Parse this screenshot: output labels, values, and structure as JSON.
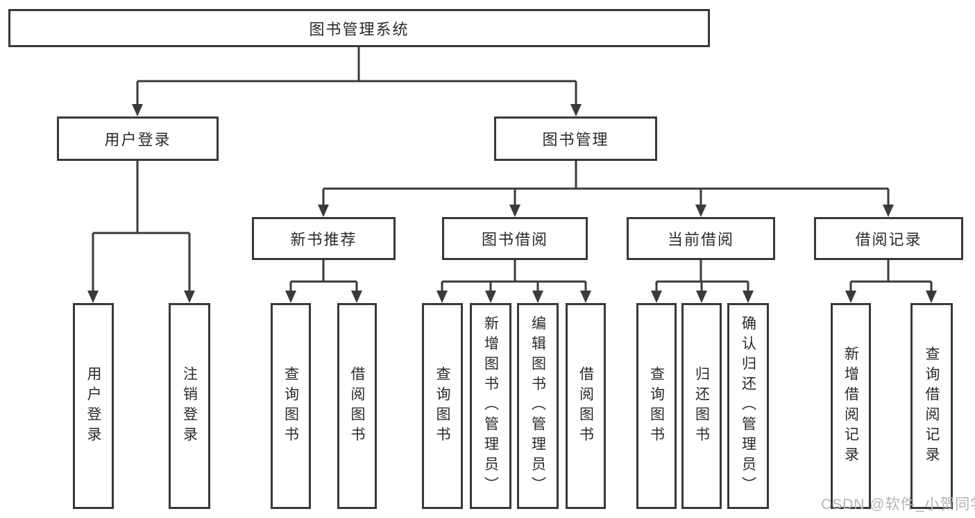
{
  "colors": {
    "background": "#ffffff",
    "line": "#3a3a3a",
    "box_border": "#383838",
    "text": "#2a2a2a",
    "watermark": "#b3b3b3"
  },
  "watermark": "CSDN @软件_小贺同学",
  "tree": {
    "root": {
      "label": "图书管理系统"
    },
    "branches": [
      {
        "label": "用户登录",
        "children": [
          {
            "label": "用户登录"
          },
          {
            "label": "注销登录"
          }
        ]
      },
      {
        "label": "图书管理",
        "children": [
          {
            "label": "新书推荐",
            "children": [
              {
                "label": "查询图书"
              },
              {
                "label": "借阅图书"
              }
            ]
          },
          {
            "label": "图书借阅",
            "children": [
              {
                "label": "查询图书"
              },
              {
                "label": "新增图书（管理员）"
              },
              {
                "label": "编辑图书（管理员）"
              },
              {
                "label": "借阅图书"
              }
            ]
          },
          {
            "label": "当前借阅",
            "children": [
              {
                "label": "查询图书"
              },
              {
                "label": "归还图书"
              },
              {
                "label": "确认归还（管理员）"
              }
            ]
          },
          {
            "label": "借阅记录",
            "children": [
              {
                "label": "新增借阅记录"
              },
              {
                "label": "查询借阅记录"
              }
            ]
          }
        ]
      }
    ]
  }
}
